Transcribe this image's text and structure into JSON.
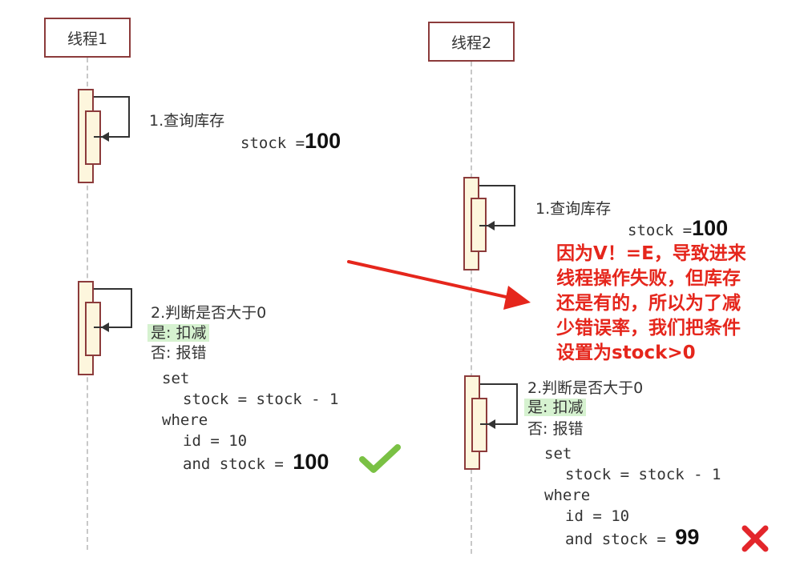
{
  "threads": [
    {
      "label": "线程1"
    },
    {
      "label": "线程2"
    }
  ],
  "thread1": {
    "step1": {
      "title": "1.查询库存",
      "stock_prefix": "stock =",
      "stock_value": "100"
    },
    "step2": {
      "title": "2.判断是否大于0",
      "yes": "是: 扣减",
      "no": "否: 报错",
      "sql": [
        "set",
        "stock = stock - 1",
        "where",
        "id = 10",
        "and stock ="
      ],
      "check_value": "100",
      "result": "check-icon"
    }
  },
  "thread2": {
    "step1": {
      "title": "1.查询库存",
      "stock_prefix": "stock =",
      "stock_value": "100"
    },
    "step2": {
      "title": "2.判断是否大于0",
      "yes": "是: 扣减",
      "no": "否: 报错",
      "sql": [
        "set",
        "stock = stock - 1",
        "where",
        "id = 10",
        "and stock ="
      ],
      "check_value": "99",
      "result": "cross-icon"
    }
  },
  "note": {
    "lines": [
      "因为V！=E，导致进来",
      "线程操作失败，但库存",
      "还是有的，所以为了减",
      "少错误率，我们把条件",
      "设置为stock>0"
    ],
    "color": "#e5261c"
  },
  "colors": {
    "accent": "#8c3b3b",
    "activation": "#fdf6dd",
    "highlight": "#d6f2d0",
    "check": "#7ac144",
    "cross": "#e3262b"
  }
}
